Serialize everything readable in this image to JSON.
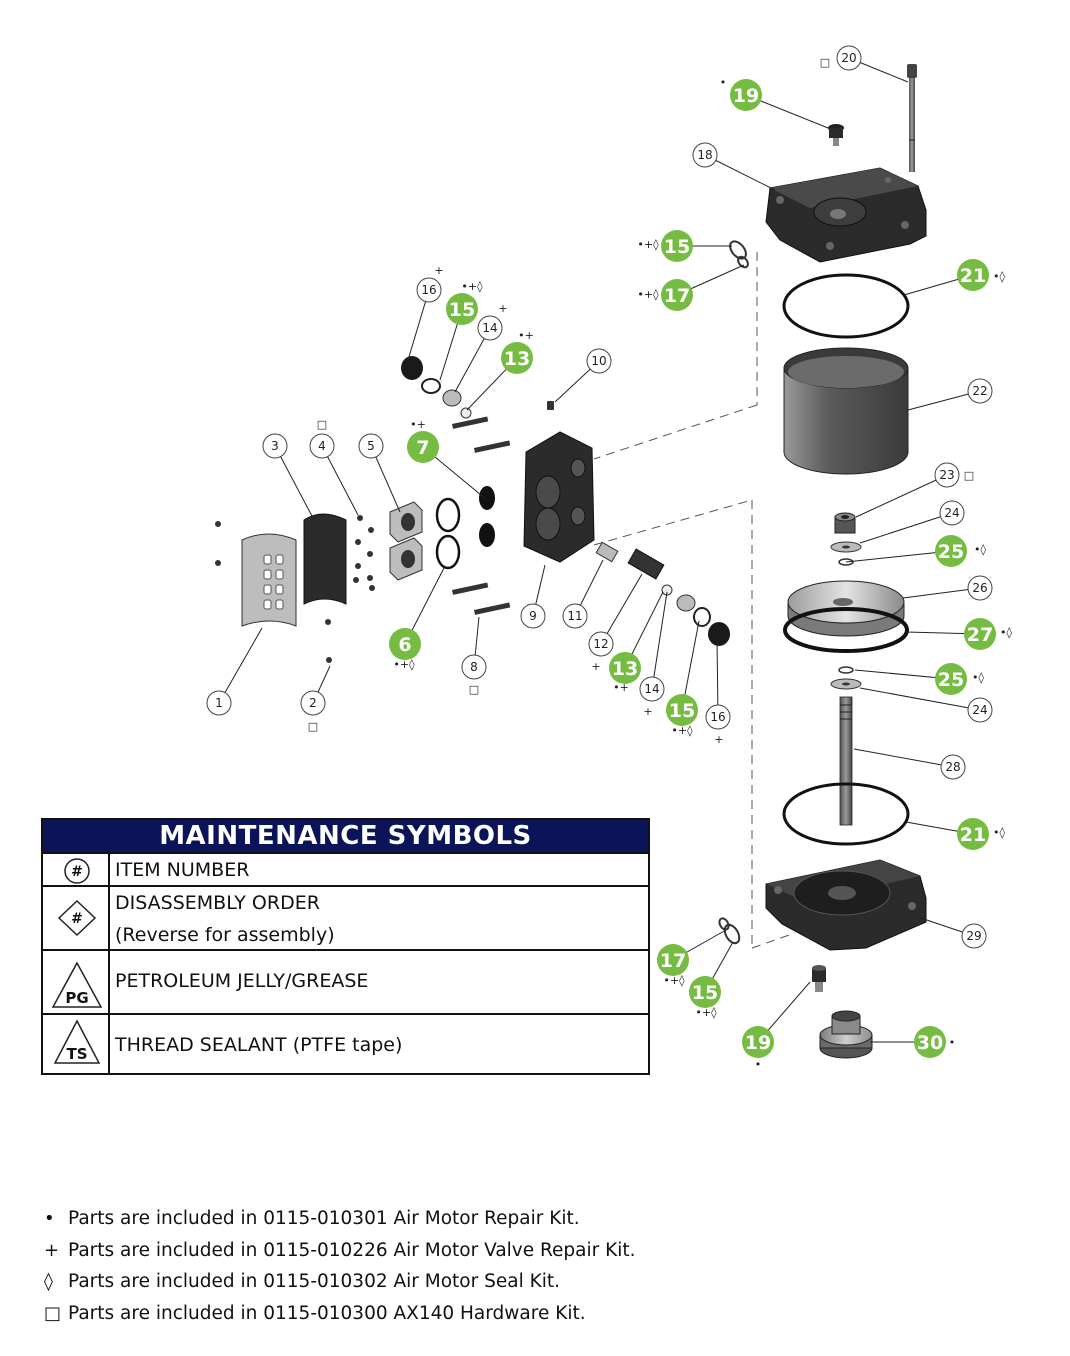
{
  "callouts_gray": [
    {
      "n": "20",
      "sym": "□"
    },
    {
      "n": "18",
      "sym": ""
    },
    {
      "n": "16",
      "sym": "+"
    },
    {
      "n": "14",
      "sym": "+"
    },
    {
      "n": "10",
      "sym": ""
    },
    {
      "n": "3",
      "sym": ""
    },
    {
      "n": "4",
      "sym": "□"
    },
    {
      "n": "5",
      "sym": ""
    },
    {
      "n": "22",
      "sym": ""
    },
    {
      "n": "23",
      "sym": "□"
    },
    {
      "n": "24",
      "sym": ""
    },
    {
      "n": "26",
      "sym": ""
    },
    {
      "n": "24",
      "sym": ""
    },
    {
      "n": "28",
      "sym": ""
    },
    {
      "n": "29",
      "sym": ""
    },
    {
      "n": "9",
      "sym": ""
    },
    {
      "n": "11",
      "sym": ""
    },
    {
      "n": "12",
      "sym": "+"
    },
    {
      "n": "14",
      "sym": "+"
    },
    {
      "n": "16",
      "sym": "+"
    },
    {
      "n": "8",
      "sym": "□"
    },
    {
      "n": "1",
      "sym": ""
    },
    {
      "n": "2",
      "sym": "□"
    }
  ],
  "callouts_green": [
    {
      "n": "19",
      "sym": "•"
    },
    {
      "n": "15",
      "sym": "•+◊"
    },
    {
      "n": "17",
      "sym": "•+◊"
    },
    {
      "n": "15",
      "sym": "•+◊"
    },
    {
      "n": "13",
      "sym": "•+"
    },
    {
      "n": "7",
      "sym": "•+"
    },
    {
      "n": "21",
      "sym": "•◊"
    },
    {
      "n": "25",
      "sym": "•◊"
    },
    {
      "n": "27",
      "sym": "•◊"
    },
    {
      "n": "25",
      "sym": "•◊"
    },
    {
      "n": "21",
      "sym": "•◊"
    },
    {
      "n": "6",
      "sym": "•+◊"
    },
    {
      "n": "13",
      "sym": "•+"
    },
    {
      "n": "15",
      "sym": "•+◊"
    },
    {
      "n": "17",
      "sym": "•+◊"
    },
    {
      "n": "15",
      "sym": "•+◊"
    },
    {
      "n": "19",
      "sym": "•"
    },
    {
      "n": "30",
      "sym": "•"
    }
  ],
  "legend": {
    "title": "MAINTENANCE SYMBOLS",
    "rows": [
      {
        "icon": "#",
        "line1": "ITEM NUMBER",
        "line2": ""
      },
      {
        "icon": "#",
        "line1": "DISASSEMBLY ORDER",
        "line2": "(Reverse for assembly)"
      },
      {
        "icon": "PG",
        "line1": "PETROLEUM JELLY/GREASE",
        "line2": ""
      },
      {
        "icon": "TS",
        "line1": "THREAD SEALANT (PTFE tape)",
        "line2": ""
      }
    ]
  },
  "notes": [
    {
      "bullet": "•",
      "text": "Parts are included in 0115-010301 Air Motor Repair Kit."
    },
    {
      "bullet": "+",
      "text": "Parts are included in 0115-010226 Air Motor Valve Repair Kit."
    },
    {
      "bullet": "◊",
      "text": "Parts are included in 0115-010302 Air Motor Seal Kit."
    },
    {
      "bullet": "□",
      "text": "Parts are included in 0115-010300 AX140 Hardware Kit."
    }
  ],
  "colors": {
    "green": "#76bc43",
    "navy": "#0b1458",
    "part_dark": "#2b2b2b",
    "part_mid": "#6d6d6d",
    "part_light": "#bdbdbd"
  }
}
